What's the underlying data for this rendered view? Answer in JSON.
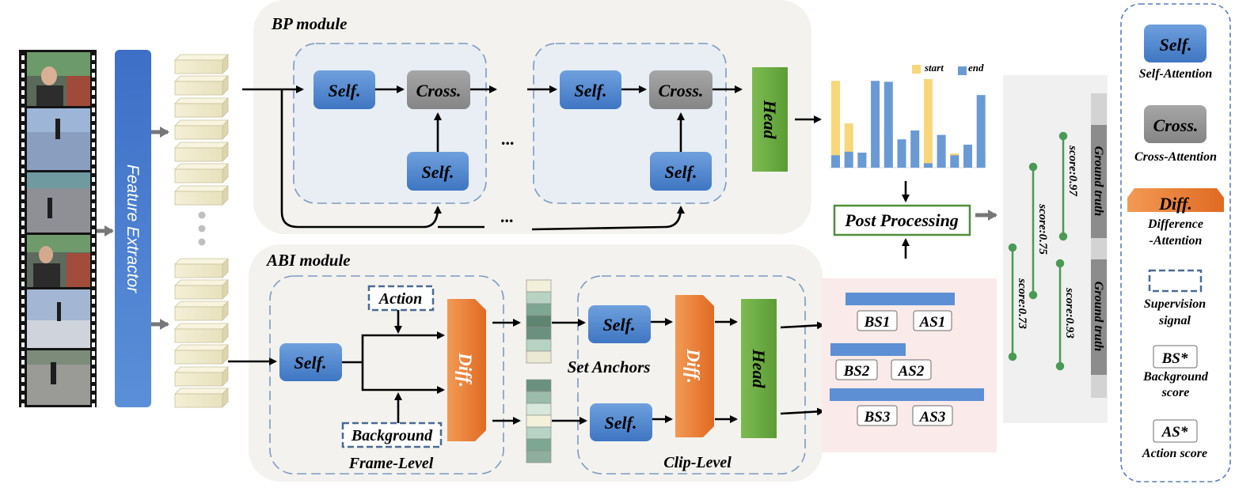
{
  "feature_extractor": "Feature Extractor",
  "bp_module": {
    "title": "BP module",
    "self_label": "Self.",
    "cross_label": "Cross.",
    "ellipsis": "...",
    "head_label": "Head"
  },
  "abi_module": {
    "title": "ABI module",
    "action_label": "Action",
    "background_label": "Background",
    "self_label": "Self.",
    "diff_label": "Diff.",
    "head_label": "Head",
    "frame_level": "Frame-Level",
    "clip_level": "Clip-Level",
    "set_anchors": "Set Anchors"
  },
  "post_processing": "Post Processing",
  "chart_legend": {
    "start": "start",
    "end": "end"
  },
  "scores": {
    "bs1": "BS1",
    "as1": "AS1",
    "bs2": "BS2",
    "as2": "AS2",
    "bs3": "BS3",
    "as3": "AS3"
  },
  "ground_truth": "Ground truth",
  "score_labels": [
    "score:0.97",
    "score:0.75",
    "score:0.73",
    "score:0.93"
  ],
  "legend": {
    "self_box": "Self.",
    "self_desc": "Self-Attention",
    "cross_box": "Cross.",
    "cross_desc": "Cross-Attention",
    "diff_box": "Diff.",
    "diff_desc_1": "Difference",
    "diff_desc_2": "-Attention",
    "supervision_1": "Supervision",
    "supervision_2": "signal",
    "bs_box": "BS*",
    "bs_desc_1": "Background",
    "bs_desc_2": "score",
    "as_box": "AS*",
    "as_desc": "Action score"
  },
  "colors": {
    "self_blue": "#4f86d0",
    "cross_gray": "#8f8f8f",
    "diff_orange": "#ec7a32",
    "head_green": "#6aab3f",
    "start_yellow": "#f7d77a",
    "end_blue": "#6a9ad4",
    "module_bg": "#f3f2ee",
    "score_bg": "#fbeaea",
    "line_green": "#4a9a55"
  }
}
